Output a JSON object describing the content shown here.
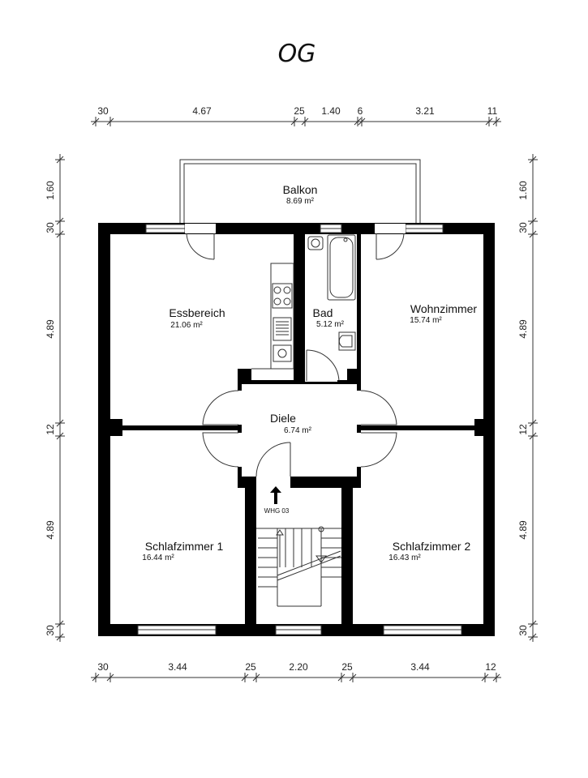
{
  "floor_label": "OG",
  "dimensions": {
    "top": [
      "30",
      "4.67",
      "25",
      "1.40",
      "6",
      "3.21",
      "11"
    ],
    "bottom": [
      "30",
      "3.44",
      "25",
      "2.20",
      "25",
      "3.44",
      "12"
    ],
    "left": [
      "1.60",
      "30",
      "4.89",
      "12",
      "4.89",
      "30"
    ],
    "right": [
      "1.60",
      "30",
      "4.89",
      "12",
      "4.89",
      "30"
    ]
  },
  "rooms": {
    "balkon": {
      "name": "Balkon",
      "area": "8.69 m²"
    },
    "essbereich": {
      "name": "Essbereich",
      "area": "21.06 m²"
    },
    "bad": {
      "name": "Bad",
      "area": "5.12 m²"
    },
    "wohnzimmer": {
      "name": "Wohnzimmer",
      "area": "15.74 m²"
    },
    "diele": {
      "name": "Diele",
      "area": "6.74 m²"
    },
    "schlafzimmer1": {
      "name": "Schlafzimmer 1",
      "area": "16.44 m²"
    },
    "schlafzimmer2": {
      "name": "Schlafzimmer 2",
      "area": "16.43 m²"
    }
  },
  "entrance_label": "WHG 03"
}
